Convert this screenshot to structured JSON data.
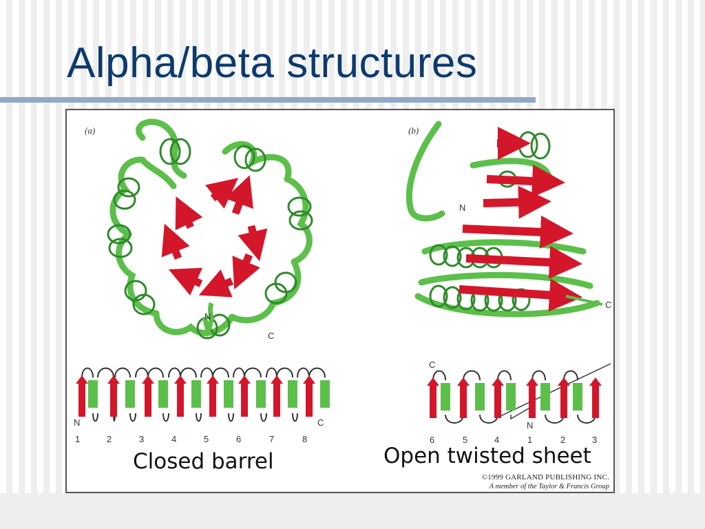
{
  "slide": {
    "title": "Alpha/beta structures"
  },
  "figure": {
    "panel_a": {
      "label": "(a)",
      "caption": "Closed barrel",
      "strand_numbers": [
        "1",
        "2",
        "3",
        "4",
        "5",
        "6",
        "7",
        "8"
      ],
      "n_terminus": "N",
      "c_terminus": "C"
    },
    "panel_b": {
      "label": "(b)",
      "caption": "Open twisted sheet",
      "strand_numbers": [
        "6",
        "5",
        "4",
        "1",
        "2",
        "3"
      ],
      "n_terminus": "N",
      "c_terminus": "C"
    },
    "credit": {
      "line1": "©1999 GARLAND PUBLISHING INC.",
      "line2": "A member of the Taylor & Francis Group"
    },
    "colors": {
      "strand": "#d4162b",
      "helix": "#5cbf4a",
      "helix_dark": "#2e8a2a",
      "loop": "#333333"
    }
  }
}
